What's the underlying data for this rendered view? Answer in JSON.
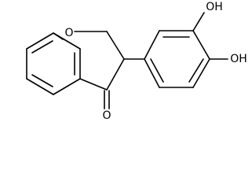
{
  "structure": {
    "atoms": {
      "ring_oxygen": "O",
      "carbonyl_oxygen": "O",
      "hydroxyl_top": "OH",
      "hydroxyl_bottom": "OH"
    }
  }
}
